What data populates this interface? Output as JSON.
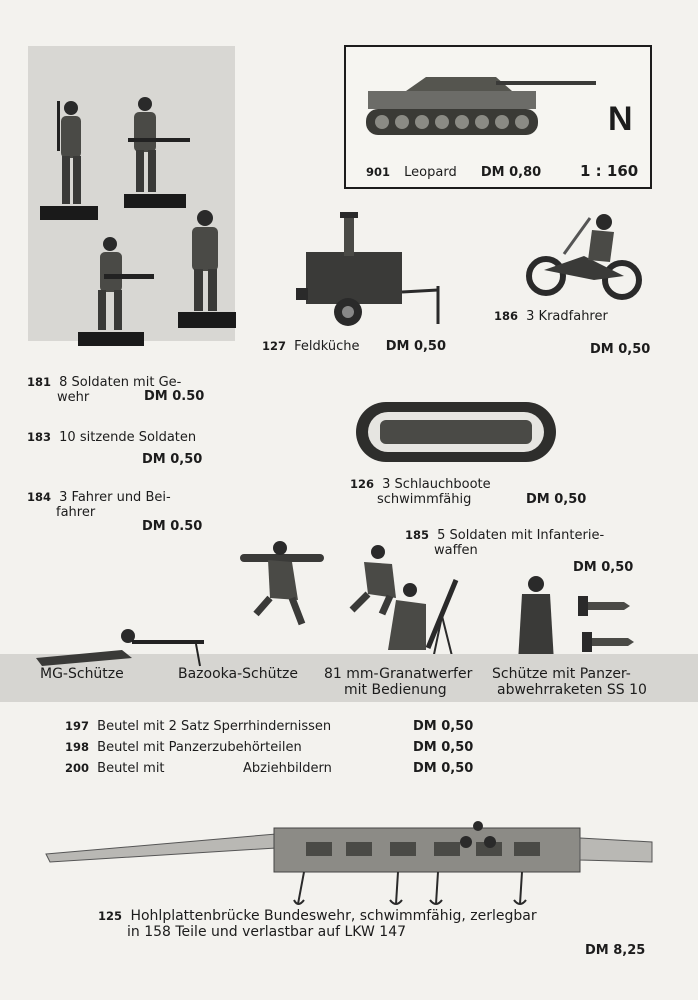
{
  "tank": {
    "number": "901",
    "name": "Leopard",
    "price": "DM 0,80",
    "scale_letter": "N",
    "scale": "1 : 160"
  },
  "items": {
    "i127": {
      "number": "127",
      "name": "Feldküche",
      "price": "DM 0,50"
    },
    "i186": {
      "number": "186",
      "name": "3 Kradfahrer",
      "price": "DM 0,50"
    },
    "i181": {
      "number": "181",
      "line1": "8 Soldaten mit Ge-",
      "line2": "wehr",
      "price": "DM 0.50"
    },
    "i183": {
      "number": "183",
      "line1": "10 sitzende Soldaten",
      "price": "DM 0,50"
    },
    "i184": {
      "number": "184",
      "line1": "3 Fahrer und Bei-",
      "line2": "fahrer",
      "price": "DM 0.50"
    },
    "i126": {
      "number": "126",
      "line1": "3 Schlauchboote",
      "line2": "schwimmfähig",
      "price": "DM 0,50"
    },
    "i185": {
      "number": "185",
      "line1": "5 Soldaten mit Infanterie-",
      "line2": "waffen",
      "price": "DM 0,50"
    }
  },
  "band_labels": {
    "mg": "MG-Schütze",
    "bazooka": "Bazooka-Schütze",
    "granat1": "81 mm-Granatwerfer",
    "granat2": "mit Bedienung",
    "panzer1": "Schütze mit Panzer-",
    "panzer2": "abwehrraketen SS 10"
  },
  "bags": [
    {
      "number": "197",
      "text": "Beutel mit 2 Satz Sperrhindernissen",
      "price": "DM 0,50"
    },
    {
      "number": "198",
      "text": "Beutel mit Panzerzubehörteilen",
      "price": "DM 0,50"
    },
    {
      "number": "200",
      "text": "Beutel mit",
      "text2": "Abziehbildern",
      "price": "DM 0,50"
    }
  ],
  "bridge": {
    "number": "125",
    "line1": "Hohlplattenbrücke Bundeswehr, schwimmfähig, zerlegbar",
    "line2": "in 158 Teile und verlastbar auf LKW 147",
    "price": "DM 8,25"
  }
}
